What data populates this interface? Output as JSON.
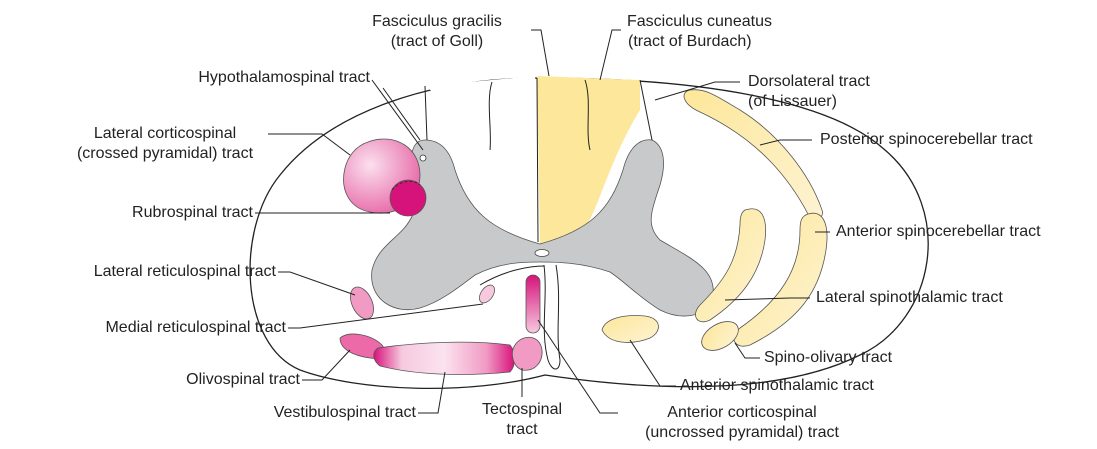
{
  "colors": {
    "gray_matter": "#c8c9cb",
    "ascending_tract": "#fde79a",
    "ascending_tract_light": "#fdf1c8",
    "descending_tract": "#e94b9a",
    "descending_tract_light": "#f6c9df",
    "descending_tract_dark": "#d6137a",
    "outline": "#222222"
  },
  "labels": {
    "fasciculus_gracilis": [
      "Fasciculus gracilis",
      "(tract of Goll)"
    ],
    "fasciculus_cuneatus": [
      "Fasciculus cuneatus",
      "(tract of Burdach)"
    ],
    "hypothalamospinal": [
      "Hypothalamospinal tract"
    ],
    "dorsolateral": [
      "Dorsolateral tract",
      "(of Lissauer)"
    ],
    "lateral_corticospinal": [
      "Lateral corticospinal",
      "(crossed pyramidal) tract"
    ],
    "posterior_spinocerebellar": [
      "Posterior spinocerebellar tract"
    ],
    "rubrospinal": [
      "Rubrospinal tract"
    ],
    "anterior_spinocerebellar": [
      "Anterior spinocerebellar tract"
    ],
    "lateral_reticulospinal": [
      "Lateral reticulospinal tract"
    ],
    "lateral_spinothalamic": [
      "Lateral spinothalamic tract"
    ],
    "medial_reticulospinal": [
      "Medial reticulospinal tract"
    ],
    "spino_olivary": [
      "Spino-olivary tract"
    ],
    "olivospinal": [
      "Olivospinal tract"
    ],
    "anterior_spinothalamic": [
      "Anterior spinothalamic tract"
    ],
    "vestibulospinal": [
      "Vestibulospinal tract"
    ],
    "tectospinal": [
      "Tectospinal",
      "tract"
    ],
    "anterior_corticospinal": [
      "Anterior corticospinal",
      "(uncrossed pyramidal) tract"
    ]
  }
}
